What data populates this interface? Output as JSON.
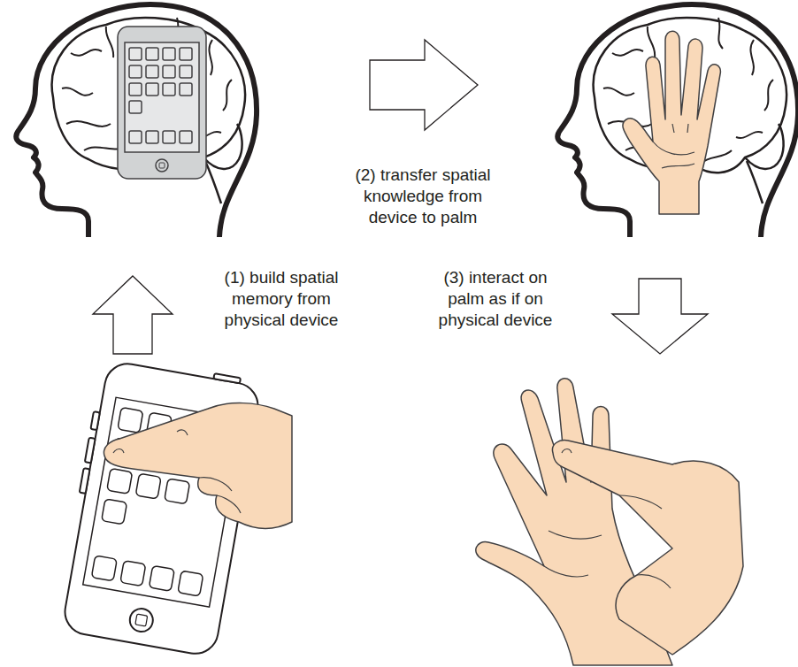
{
  "diagram": {
    "labels": [
      "(2) transfer spatial knowledge from device to palm",
      "(1) build spatial memory from physical device",
      "(3) interact on palm as if on physical device"
    ]
  }
}
